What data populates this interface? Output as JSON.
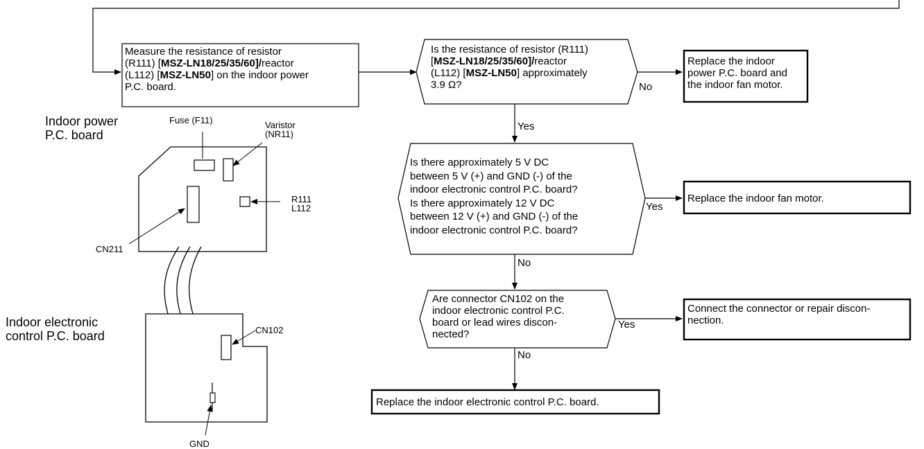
{
  "flowchart": {
    "measure": {
      "line1": "Measure the resistance of resistor",
      "line2_a": "(R111) [",
      "line2_b": "MSZ-LN18/25/35/60",
      "line2_c": "]/",
      "line2_d": "reactor",
      "line3_a": "(L112) [",
      "line3_b": "MSZ-LN50",
      "line3_c": "] on the indoor power",
      "line4": "P.C. board."
    },
    "q_resistance": {
      "line1": "Is the resistance of resistor (R111)",
      "line2_a": "[",
      "line2_b": "MSZ-LN18/25/35/60",
      "line2_c": "]/",
      "line2_d": "reactor",
      "line3_a": "(L112) [",
      "line3_b": "MSZ-LN50",
      "line3_c": "] approximately",
      "line4": "3.9 Ω?"
    },
    "replace_power_and_fan": {
      "line1": "Replace the indoor",
      "line2": "power P.C. board and",
      "line3": "the indoor fan motor."
    },
    "q_voltage": {
      "line1": "Is there approximately 5 V DC",
      "line2": "between 5 V (+) and GND (-) of the",
      "line3": "indoor electronic control P.C. board?",
      "line4": "Is there approximately 12 V DC",
      "line5": "between 12 V (+) and GND (-) of the",
      "line6": "indoor electronic control P.C. board?"
    },
    "replace_fan": "Replace the indoor fan motor.",
    "q_connector": {
      "line1": "Are connector CN102 on the",
      "line2": "indoor electronic control P.C.",
      "line3": "board or lead wires discon-",
      "line4": "nected?"
    },
    "connect": {
      "line1": "Connect the connector or repair discon-",
      "line2": "nection."
    },
    "replace_control": "Replace the indoor electronic control P.C. board.",
    "labels": {
      "no": "No",
      "yes": "Yes"
    }
  },
  "board_illustration": {
    "power_board_title_1": "Indoor power",
    "power_board_title_2": "P.C. board",
    "fuse": "Fuse (F11)",
    "varistor_1": "Varistor",
    "varistor_2": "(NR11)",
    "r111": "R111",
    "l112": "L112",
    "cn211": "CN211",
    "control_board_title_1": "Indoor electronic",
    "control_board_title_2": "control P.C. board",
    "cn102": "CN102",
    "gnd": "GND"
  }
}
